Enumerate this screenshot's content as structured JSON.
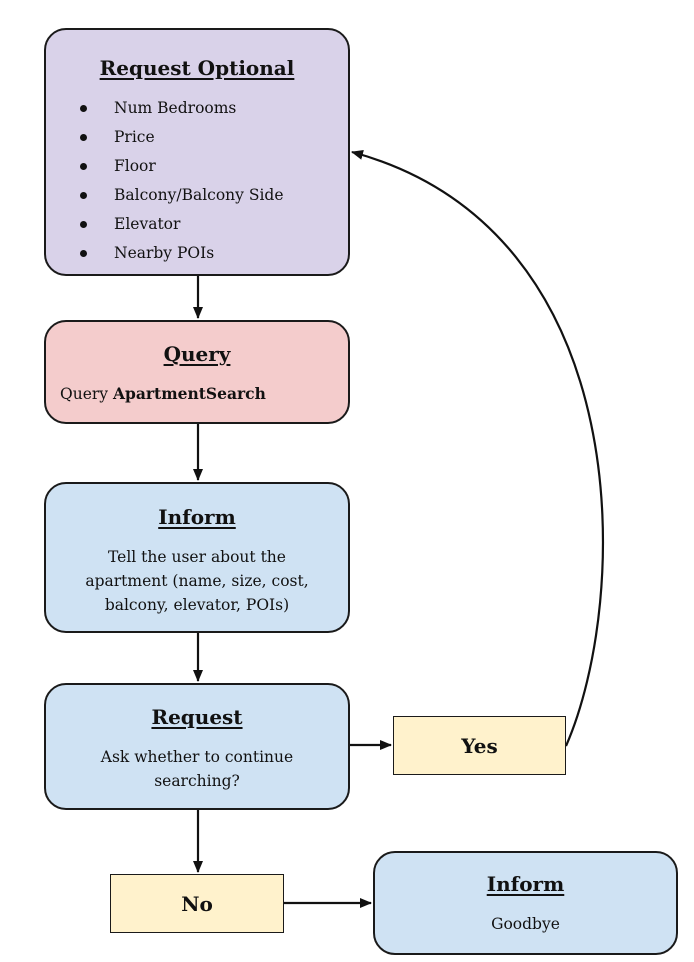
{
  "nodes": {
    "request_optional": {
      "title": "Request Optional",
      "items": [
        "Num Bedrooms",
        "Price",
        "Floor",
        "Balcony/Balcony Side",
        "Elevator",
        "Nearby POIs"
      ]
    },
    "query": {
      "title": "Query",
      "body_prefix": "Query ",
      "body_bold": "ApartmentSearch"
    },
    "inform_apartment": {
      "title": "Inform",
      "body": [
        "Tell the user about the",
        "apartment (name, size, cost,",
        "balcony, elevator, POIs)"
      ]
    },
    "request_continue": {
      "title": "Request",
      "body": [
        "Ask whether to continue",
        "searching?"
      ]
    },
    "answer_yes": {
      "label": "Yes"
    },
    "answer_no": {
      "label": "No"
    },
    "inform_goodbye": {
      "title": "Inform",
      "body": "Goodbye"
    }
  },
  "colors": {
    "request_optional_fill": "#d9d2e9",
    "query_fill": "#f4cccc",
    "inform_fill": "#cfe2f3",
    "answer_fill": "#fff2cc",
    "stroke": "#1a1a1a"
  }
}
